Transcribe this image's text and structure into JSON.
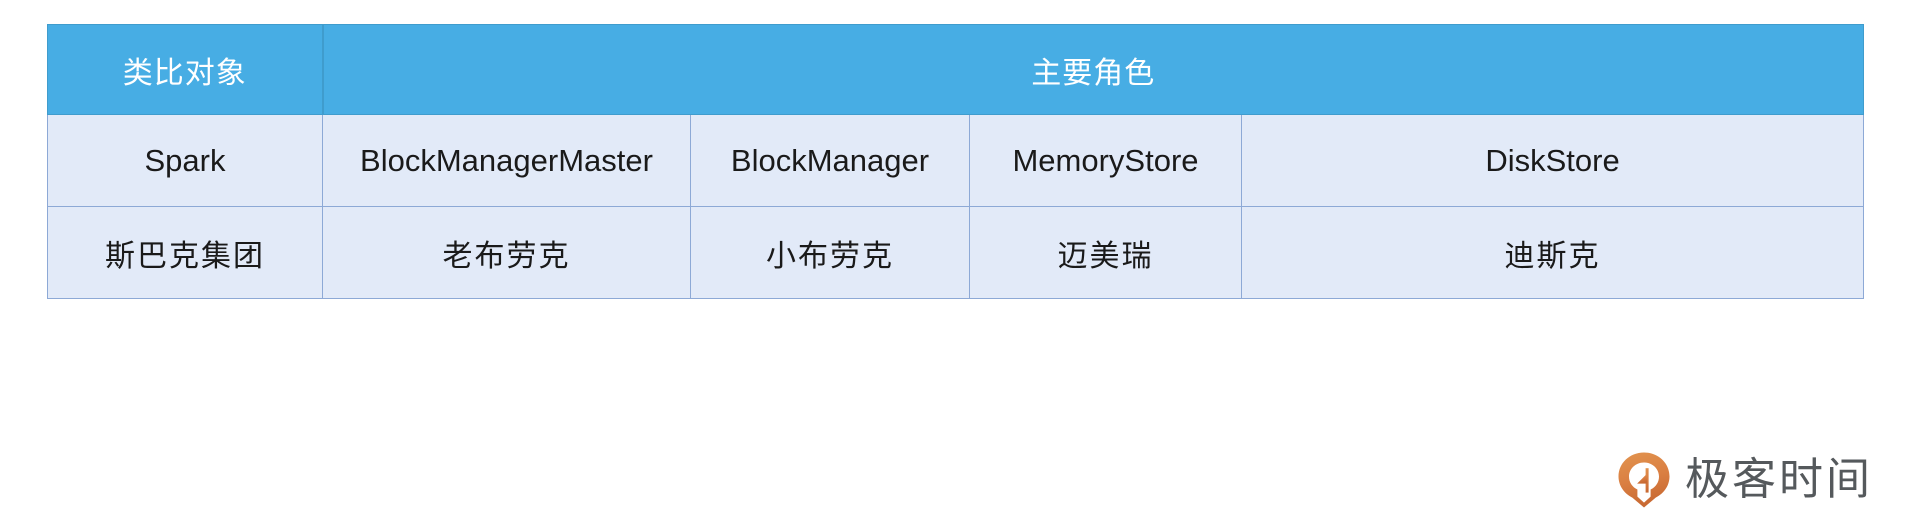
{
  "table": {
    "header": {
      "col_analogy_label": "类比对象",
      "col_roles_label": "主要角色",
      "roles_colspan": 4
    },
    "rows": [
      {
        "type": "latin",
        "cells": [
          "Spark",
          "BlockManagerMaster",
          "BlockManager",
          "MemoryStore",
          "DiskStore"
        ]
      },
      {
        "type": "chinese",
        "cells": [
          "斯巴克集团",
          "老布劳克",
          "小布劳克",
          "迈美瑞",
          "迪斯克"
        ]
      }
    ]
  },
  "branding": {
    "name": "极客时间",
    "logo_icon": "geektime-pin-icon"
  },
  "colors": {
    "header_blue": "#47ade4",
    "header_border": "#3f9ccd",
    "cell_background": "#e2eaf8",
    "cell_border": "#8da9d6",
    "text_dark": "#1a1a1a",
    "logo_orange": "#e08a4a",
    "logo_orange_dark": "#cf6f36",
    "logo_text_gray": "#55595c"
  }
}
